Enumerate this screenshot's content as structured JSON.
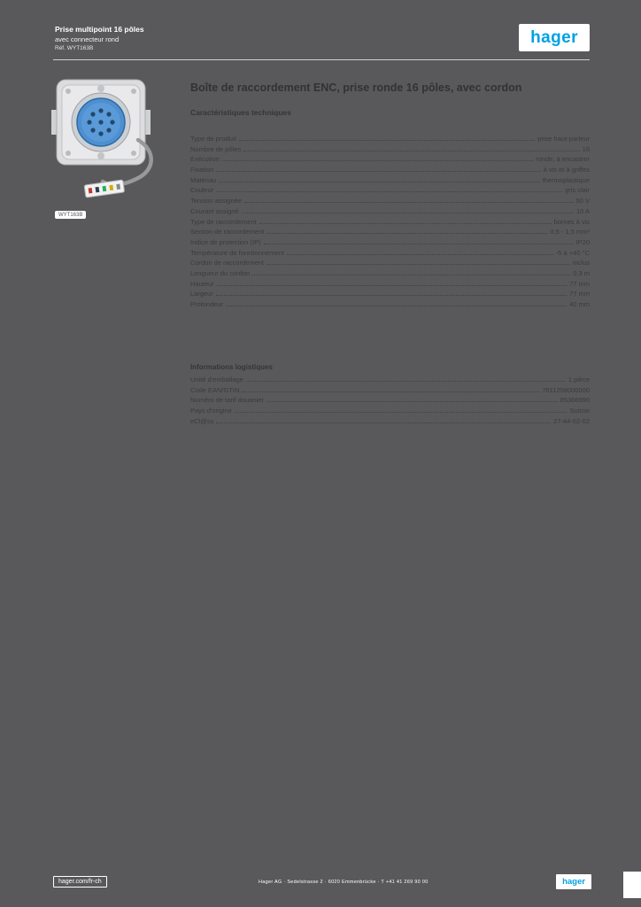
{
  "colors": {
    "page_background": "#59595b",
    "brand_blue": "#00a0e4",
    "text_dark": "#3b3b3d"
  },
  "header": {
    "line1": "Prise multipoint 16 pôles",
    "line2": "avec connecteur rond",
    "line3": "Réf. WYT163B",
    "brand": "hager"
  },
  "product": {
    "photo_name": "flush-mounted-socket-with-round-blue-connector-and-cable",
    "badge": "WYT163B"
  },
  "main": {
    "title": "Boîte de raccordement ENC, prise ronde 16 pôles, avec cordon",
    "subtitle": "Caractéristiques techniques",
    "group2_title": "Informations logistiques"
  },
  "specs": {
    "group1": [
      {
        "label": "Type de produit",
        "value": "prise haut-parleur"
      },
      {
        "label": "Nombre de pôles",
        "value": "16"
      },
      {
        "label": "Exécution",
        "value": "ronde, à encastrer"
      },
      {
        "label": "Fixation",
        "value": "à vis et à griffes"
      },
      {
        "label": "Matériau",
        "value": "thermoplastique"
      },
      {
        "label": "Couleur",
        "value": "gris clair"
      },
      {
        "label": "Tension assignée",
        "value": "50 V"
      },
      {
        "label": "Courant assigné",
        "value": "10 A"
      },
      {
        "label": "Type de raccordement",
        "value": "bornes à vis"
      },
      {
        "label": "Section de raccordement",
        "value": "0,5 - 1,5 mm²"
      },
      {
        "label": "Indice de protection (IP)",
        "value": "IP20"
      },
      {
        "label": "Température de fonctionnement",
        "value": "-5 à +40 °C"
      },
      {
        "label": "Cordon de raccordement",
        "value": "inclus"
      },
      {
        "label": "Longueur du cordon",
        "value": "0,3 m"
      },
      {
        "label": "Hauteur",
        "value": "77 mm"
      },
      {
        "label": "Largeur",
        "value": "77 mm"
      },
      {
        "label": "Profondeur",
        "value": "40 mm"
      }
    ],
    "group2": [
      {
        "label": "Unité d'emballage",
        "value": "1 pièce"
      },
      {
        "label": "Code EAN/GTIN",
        "value": "7611258000000"
      },
      {
        "label": "Numéro de tarif douanier",
        "value": "85366990"
      },
      {
        "label": "Pays d'origine",
        "value": "Suisse"
      },
      {
        "label": "eCl@ss",
        "value": "27-44-02-02"
      }
    ]
  },
  "footer": {
    "site": "hager.com/fr-ch",
    "address": "Hager AG · Sedelstrasse 2 · 6020 Emmenbrücke · T +41 41 269 90 00",
    "brand": "hager"
  }
}
